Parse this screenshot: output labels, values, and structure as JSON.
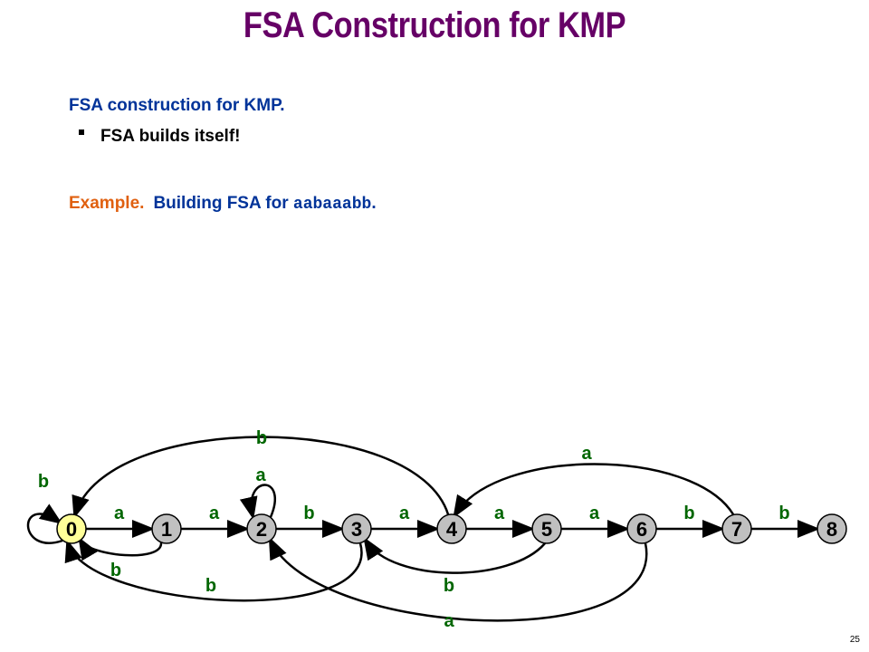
{
  "slide": {
    "title": "FSA Construction for KMP",
    "line1": "FSA construction for KMP.",
    "bullet": "FSA builds itself!",
    "example_label": "Example.",
    "example_text": "Building FSA for ",
    "example_code": "aabaaabb",
    "example_period": ".",
    "page_number": "25"
  },
  "fsa": {
    "states": [
      "0",
      "1",
      "2",
      "3",
      "4",
      "5",
      "6",
      "7",
      "8"
    ],
    "start_state": "0",
    "colors": {
      "start_fill": "#ffff99",
      "state_fill": "#c0c0c0",
      "label": "#006600"
    },
    "forward_transitions": [
      {
        "from": "0",
        "to": "1",
        "label": "a"
      },
      {
        "from": "1",
        "to": "2",
        "label": "a"
      },
      {
        "from": "2",
        "to": "3",
        "label": "b"
      },
      {
        "from": "3",
        "to": "4",
        "label": "a"
      },
      {
        "from": "4",
        "to": "5",
        "label": "a"
      },
      {
        "from": "5",
        "to": "6",
        "label": "a"
      },
      {
        "from": "6",
        "to": "7",
        "label": "b"
      },
      {
        "from": "7",
        "to": "8",
        "label": "b"
      }
    ],
    "back_transitions": [
      {
        "from": "0",
        "to": "0",
        "label": "b"
      },
      {
        "from": "2",
        "to": "2",
        "label": "a"
      },
      {
        "from": "4",
        "to": "0",
        "label": "b"
      },
      {
        "from": "7",
        "to": "4",
        "label": "a"
      },
      {
        "from": "1",
        "to": "0",
        "label": "b"
      },
      {
        "from": "3",
        "to": "0",
        "label": "b"
      },
      {
        "from": "5",
        "to": "3",
        "label": "b"
      },
      {
        "from": "6",
        "to": "2",
        "label": "a"
      }
    ]
  }
}
